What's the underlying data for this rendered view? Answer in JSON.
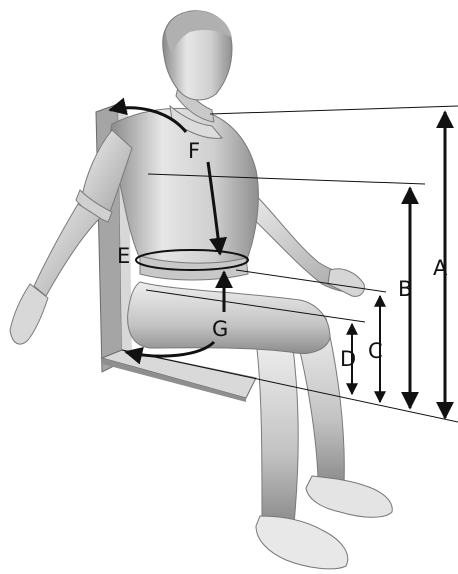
{
  "diagram": {
    "labels": {
      "a": "A",
      "b": "B",
      "c": "C",
      "d": "D",
      "e": "E",
      "f": "F",
      "g": "G"
    },
    "colors": {
      "line": "#111111",
      "body_light": "#e9e9e9",
      "body_mid": "#b8b8b8",
      "body_dark": "#7d7d7d",
      "chair_front": "#d9d9d9",
      "chair_side": "#9a9a9a",
      "outline": "#6a6a6a"
    }
  }
}
